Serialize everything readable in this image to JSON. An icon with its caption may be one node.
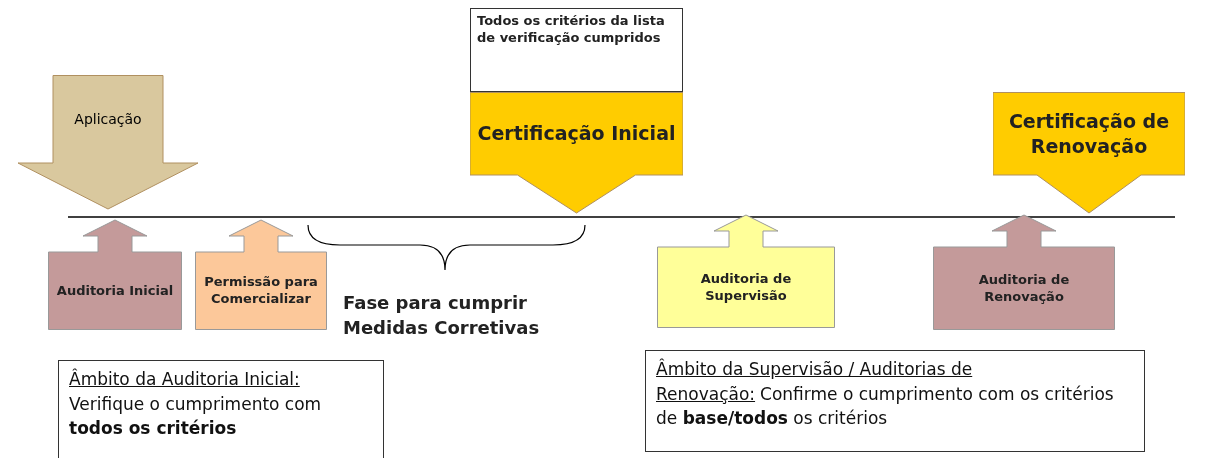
{
  "diagram": {
    "nodes": [
      {
        "text": [
          "Aplicação"
        ]
      },
      {
        "text": [
          "Todos os critérios da lista de verificação cumpridos"
        ]
      },
      {
        "text": [
          "Certificação Inicial"
        ]
      },
      {
        "text": [
          "Certificação de Renovação"
        ]
      },
      {
        "text": [
          "Auditoria Inicial"
        ]
      },
      {
        "text": [
          "Permissão para Comercializar"
        ]
      },
      {
        "text": [
          "Auditoria de Supervisão"
        ]
      },
      {
        "text": [
          "Auditoria de Renovação"
        ]
      },
      {
        "text": [
          "Âmbito da Auditoria Inicial:",
          "Verifique o cumprimento com **todos os critérios**"
        ]
      },
      {
        "text": [
          "Âmbito da Supervisão / Auditorias de Renovação:",
          "Confirme o cumprimento com os critérios de **base/todos** os critérios"
        ]
      }
    ],
    "labels": [
      "Fase para cumprir Medidas Corretivas"
    ]
  }
}
